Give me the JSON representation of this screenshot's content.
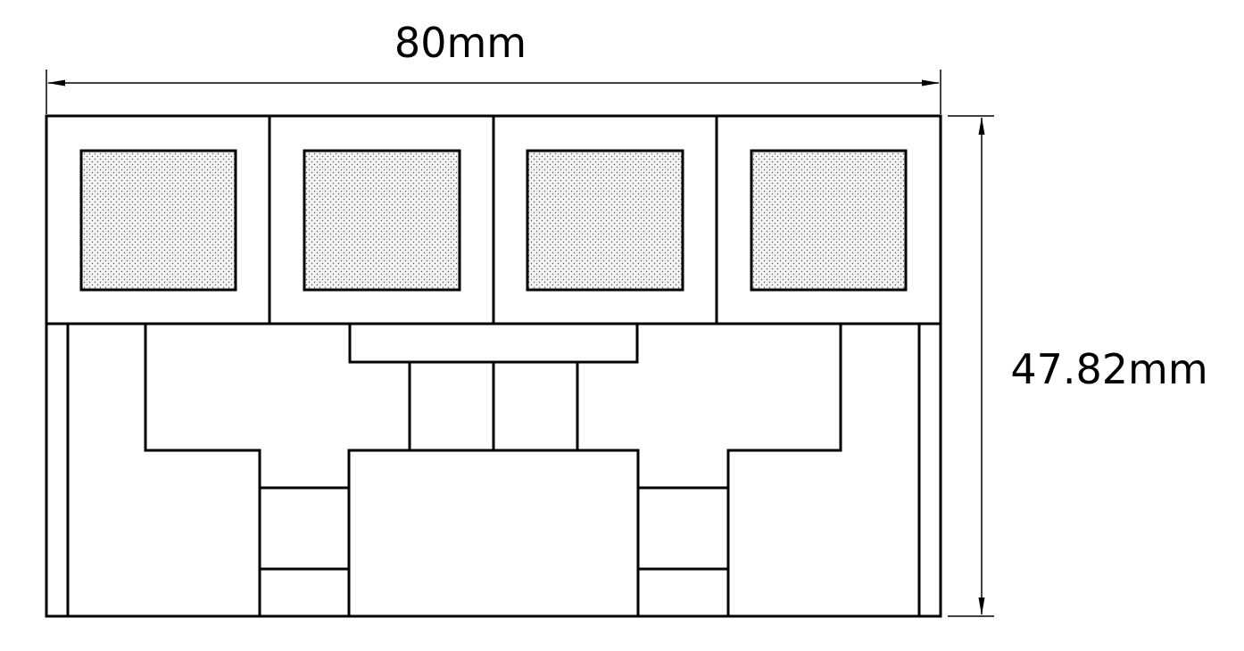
{
  "dimensions": {
    "width_label": "80mm",
    "height_label": "47.82mm"
  },
  "colors": {
    "line": "#000000",
    "dot_fill": "#000000",
    "background": "#ffffff"
  },
  "pads": {
    "count": 4,
    "fill": "dotted"
  }
}
